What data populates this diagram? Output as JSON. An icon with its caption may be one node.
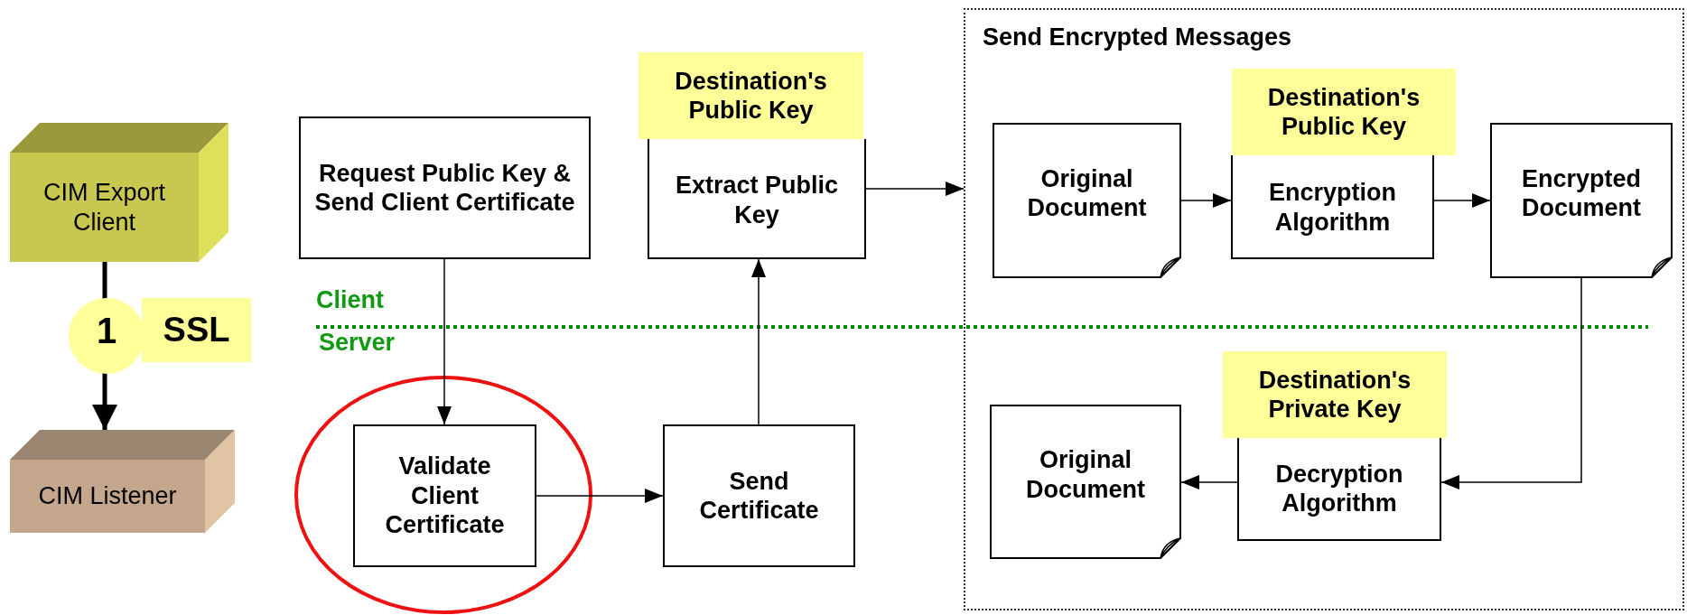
{
  "diagram": {
    "nodes": [
      {
        "text": [
          "CIM Export Client"
        ]
      },
      {
        "text": [
          "CIM Listener"
        ]
      },
      {
        "text": [
          "Request Public Key & Send Client Certificate"
        ]
      },
      {
        "text": [
          "Destination's Public Key"
        ]
      },
      {
        "text": [
          "Extract Public Key"
        ]
      },
      {
        "text": [
          "Validate Client Certificate"
        ]
      },
      {
        "text": [
          "Send Certificate"
        ]
      },
      {
        "text": [
          "Send Encrypted Messages"
        ]
      },
      {
        "text": [
          "Destination's Public Key"
        ],
        "in": 7
      },
      {
        "text": [
          "Original Document"
        ],
        "in": 7
      },
      {
        "text": [
          "Encryption Algorithm"
        ],
        "in": 7
      },
      {
        "text": [
          "Encrypted Document"
        ],
        "in": 7
      },
      {
        "text": [
          "Destination's Private Key"
        ],
        "in": 7
      },
      {
        "text": [
          "Decryption Algorithm"
        ],
        "in": 7
      },
      {
        "text": [
          "Original Document"
        ],
        "in": 7
      }
    ],
    "edges": [
      {
        "from": 0,
        "to": 1,
        "arrow": "to",
        "style": "thick"
      },
      {
        "from": 2,
        "to": 5,
        "arrow": "to"
      },
      {
        "from": 5,
        "to": 6,
        "arrow": "to"
      },
      {
        "from": 6,
        "to": 4,
        "arrow": "to"
      },
      {
        "from": 4,
        "to": 7,
        "arrow": "to"
      },
      {
        "from": 9,
        "to": 10,
        "arrow": "to"
      },
      {
        "from": 10,
        "to": 11,
        "arrow": "to"
      },
      {
        "from": 11,
        "to": 13,
        "arrow": "to"
      },
      {
        "from": 13,
        "to": 14,
        "arrow": "to"
      }
    ],
    "labels": [
      "1",
      "SSL",
      "Client",
      "Server"
    ]
  }
}
